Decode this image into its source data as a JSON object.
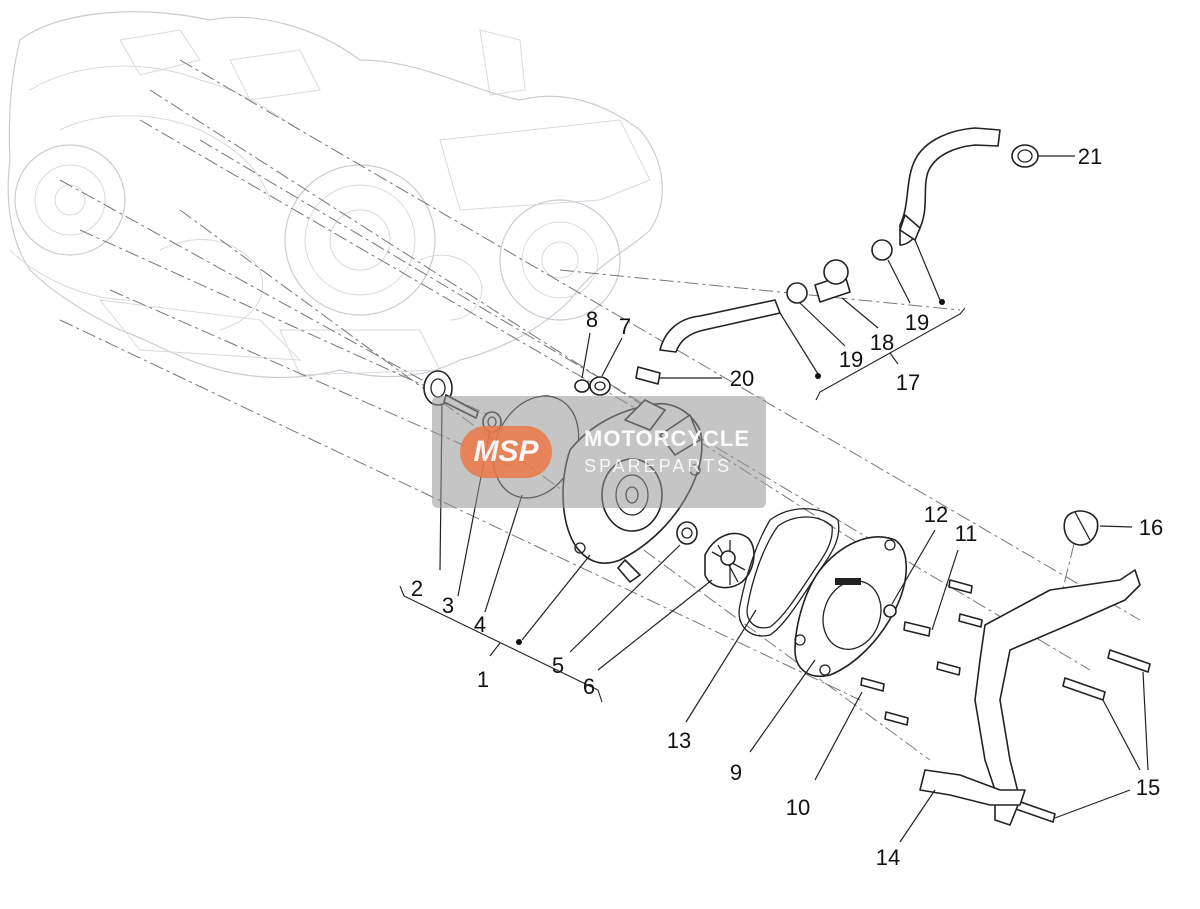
{
  "diagram": {
    "callouts": [
      {
        "id": "1",
        "label": "1"
      },
      {
        "id": "2",
        "label": "2"
      },
      {
        "id": "3",
        "label": "3"
      },
      {
        "id": "4",
        "label": "4"
      },
      {
        "id": "5",
        "label": "5"
      },
      {
        "id": "6",
        "label": "6"
      },
      {
        "id": "7",
        "label": "7"
      },
      {
        "id": "8",
        "label": "8"
      },
      {
        "id": "9",
        "label": "9"
      },
      {
        "id": "10",
        "label": "10"
      },
      {
        "id": "11",
        "label": "11"
      },
      {
        "id": "12",
        "label": "12"
      },
      {
        "id": "13",
        "label": "13"
      },
      {
        "id": "14",
        "label": "14"
      },
      {
        "id": "15",
        "label": "15"
      },
      {
        "id": "16",
        "label": "16"
      },
      {
        "id": "17",
        "label": "17"
      },
      {
        "id": "18",
        "label": "18"
      },
      {
        "id": "19a",
        "label": "19"
      },
      {
        "id": "19b",
        "label": "19"
      },
      {
        "id": "20",
        "label": "20"
      },
      {
        "id": "21",
        "label": "21"
      }
    ]
  },
  "watermark": {
    "logo_text": "MSP",
    "line1": "MOTORCYCLE",
    "line2": "SPAREPARTS",
    "logo_color": "#ec7846"
  }
}
